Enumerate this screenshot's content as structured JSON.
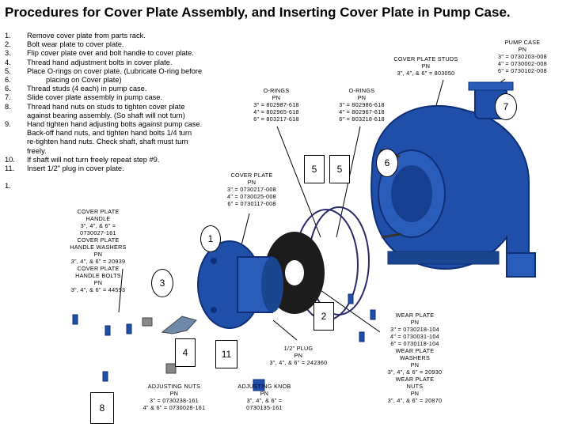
{
  "title": "Procedures for Cover Plate Assembly, and Inserting Cover Plate in Pump Case.",
  "steps": [
    {
      "num": "1.",
      "text": "Remove cover plate from parts rack."
    },
    {
      "num": "2.",
      "text": "Bolt wear plate to cover plate."
    },
    {
      "num": "3.",
      "text": "Flip cover plate over and bolt handle to cover plate."
    },
    {
      "num": "4.",
      "text": "Thread hand adjustment bolts in cover plate."
    },
    {
      "num": "5.",
      "text": "Place O-rings on cover plate. (Lubricate O-ring before"
    },
    {
      "num": "6.",
      "text": "placing on Cover plate)",
      "indent": true
    },
    {
      "num": "6.",
      "text": "Thread studs (4 each) in pump case."
    },
    {
      "num": "7.",
      "text": "Slide cover plate assembly in pump case."
    },
    {
      "num": "8.",
      "text": "Thread hand nuts on studs to tighten cover plate"
    },
    {
      "num": "",
      "text": "against bearing assembly. (So shaft will not turn)"
    },
    {
      "num": "9.",
      "text": "Hand tighten hand adjusting bolts against pump case."
    },
    {
      "num": "",
      "text": "Back-off hand nuts, and tighten hand bolts 1/4 turn"
    },
    {
      "num": "",
      "text": "re-tighten hand nuts. Check shaft, shaft must turn"
    },
    {
      "num": "",
      "text": "freely."
    },
    {
      "num": "10.",
      "text": "If shaft will not turn freely repeat step #9."
    },
    {
      "num": "11.",
      "text": "Insert 1/2\" plug in cover plate."
    },
    {
      "num": "",
      "text": ""
    },
    {
      "num": "1.",
      "text": ""
    }
  ],
  "labels": {
    "pump_case": "PUMP CASE\nPN\n3\" = 0730203-008\n4\" = 0730002-008\n6\" = 0730102-008",
    "cover_plate_studs": "COVER PLATE STUDS\nPN\n3\", 4\", & 6\" = 803050",
    "orings_left": "O-RINGS\nPN\n3\" = 802987-618\n4\" = 802965-618\n6\" = 803217-618",
    "orings_right": "O-RINGS\nPN\n3\" = 802986-618\n4\" = 802967-618\n6\" = 803218-618",
    "cover_plate": "COVER PLATE\nPN\n3\" = 0730217-008\n4\" = 0730025-008\n6\" = 0730117-008",
    "cover_plate_handle": "COVER PLATE\nHANDLE\n3\", 4\", & 6\" =\n0730027-161\nCOVER PLATE\nHANDLE WASHERS\nPN\n3\", 4\", & 6\" = 20939\nCOVER PLATE\nHANDLE BOLTS\nPN\n3\", 4\", & 6\" = 44593",
    "wear_plate": "WEAR PLATE\nPN\n3\" = 0730218-104\n4\" = 0730031-104\n6\" = 0730118-104\nWEAR PLATE\nWASHERS\nPN\n3\", 4\", & 6\" = 20930\nWEAR PLATE\nNUTS\nPN\n3\", 4\", & 6\" = 20870",
    "plug": "1/2\" PLUG\nPN\n3\", 4\", & 6\" = 242360",
    "adjusting_nuts": "ADJUSTING NUTS\nPN\n3\" = 0730238-161\n4\" & 6\" = 0730028-161",
    "adjusting_knob": "ADJUSTING KNOB\nPN\n3\", 4\", & 6\" =\n0730135-161"
  },
  "callouts": {
    "c7": "7",
    "c5a": "5",
    "c5b": "5",
    "c6": "6",
    "c1": "1",
    "c3": "3",
    "c2": "2",
    "c4": "4",
    "c11": "11",
    "c8": "8"
  },
  "colors": {
    "pump_blue": "#1f4fa8",
    "pump_dark": "#0f2f78",
    "oring": "#2a2a6a",
    "gasket": "#1c1c1c",
    "bracket": "#6f8aa8"
  }
}
